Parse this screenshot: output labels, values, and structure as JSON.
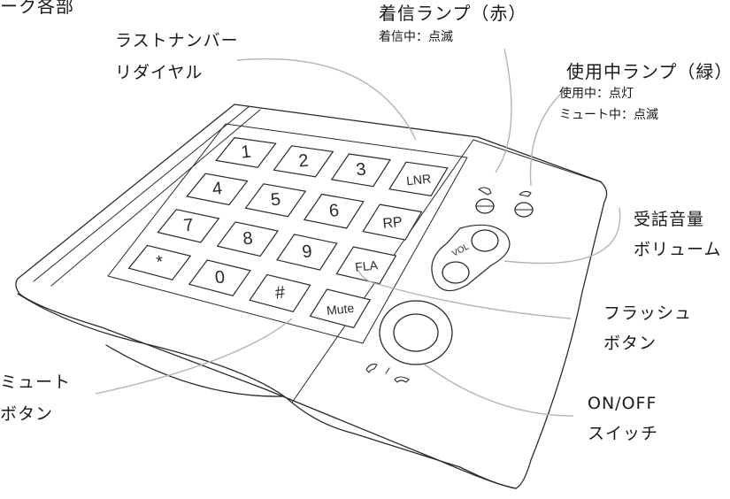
{
  "header_fragment": "ーク各部",
  "labels": {
    "incoming_lamp_title": "着信ランプ（赤）",
    "incoming_lamp_desc": "着信中：点滅",
    "inuse_lamp_title": "使用中ランプ（緑）",
    "inuse_lamp_desc_1": "使用中：点灯",
    "inuse_lamp_desc_2": "ミュート中：点滅",
    "lnr_1": "ラストナンバー",
    "lnr_2": "リダイヤル",
    "volume_1": "受話音量",
    "volume_2": "ボリューム",
    "flash_1": "フラッシュ",
    "flash_2": "ボタン",
    "mute_1": "ミュート",
    "mute_2": "ボタン",
    "onoff_1": "ON/OFF",
    "onoff_2": "スイッチ"
  },
  "keys": [
    "1",
    "2",
    "3",
    "LNR",
    "4",
    "5",
    "6",
    "RP",
    "7",
    "8",
    "9",
    "FLA",
    "*",
    "0",
    "#",
    "Mute"
  ],
  "vol_label": "VOL",
  "colors": {
    "line": "#2a2a2a",
    "leader": "#b4b4b4",
    "text": "#1a1a1a"
  }
}
